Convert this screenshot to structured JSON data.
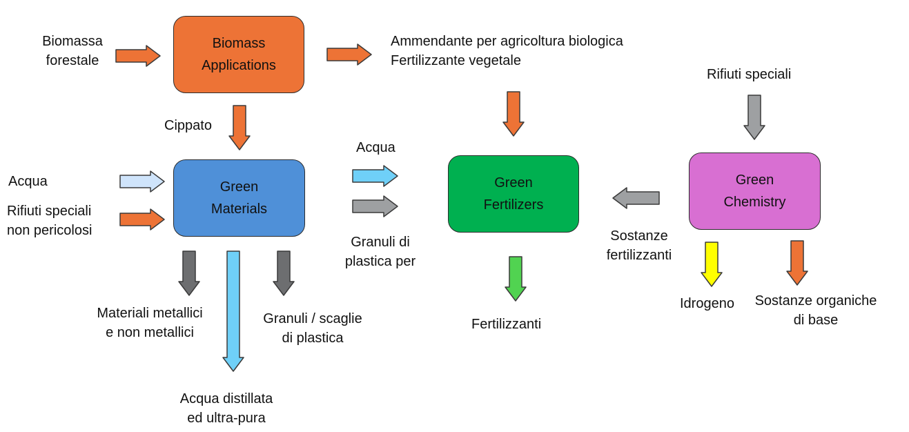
{
  "colors": {
    "orange": "#ed7336",
    "blue": "#4f90d8",
    "green": "#00b050",
    "pink": "#d86fd2",
    "gray_arrow": "#9ea0a2",
    "dark_gray_arrow": "#6d6e70",
    "light_blue_arrow": "#6fd0f8",
    "pale_blue_arrow": "#cfe4fb",
    "green_arrow": "#51d351",
    "yellow_arrow": "#ffff00"
  },
  "boxes": {
    "biomass": "Biomass\nApplications",
    "materials": "Green\nMaterials",
    "fertilizers": "Green\nFertilizers",
    "chemistry": "Green\nChemistry"
  },
  "labels": {
    "biomassa_forestale": "Biomassa\nforestale",
    "ammendante": "Ammendante per agricoltura biologica\nFertilizzante vegetale",
    "rifiuti_speciali_top": "Rifiuti speciali",
    "cippato": "Cippato",
    "acqua_left": "Acqua",
    "rifiuti_non_pericolosi": "Rifiuti speciali\nnon pericolosi",
    "acqua_mid": "Acqua",
    "granuli_plastica_per": "Granuli di\nplastica per",
    "sostanze_fertilizzanti": "Sostanze\nfertilizzanti",
    "materiali_metallici": "Materiali metallici\ne non metallici",
    "granuli_scaglie": "Granuli / scaglie\ndi plastica",
    "fertilizzanti": "Fertilizzanti",
    "idrogeno": "Idrogeno",
    "sostanze_organiche": "Sostanze organiche\ndi base",
    "acqua_distillata": "Acqua distillata\ned ultra-pura"
  }
}
